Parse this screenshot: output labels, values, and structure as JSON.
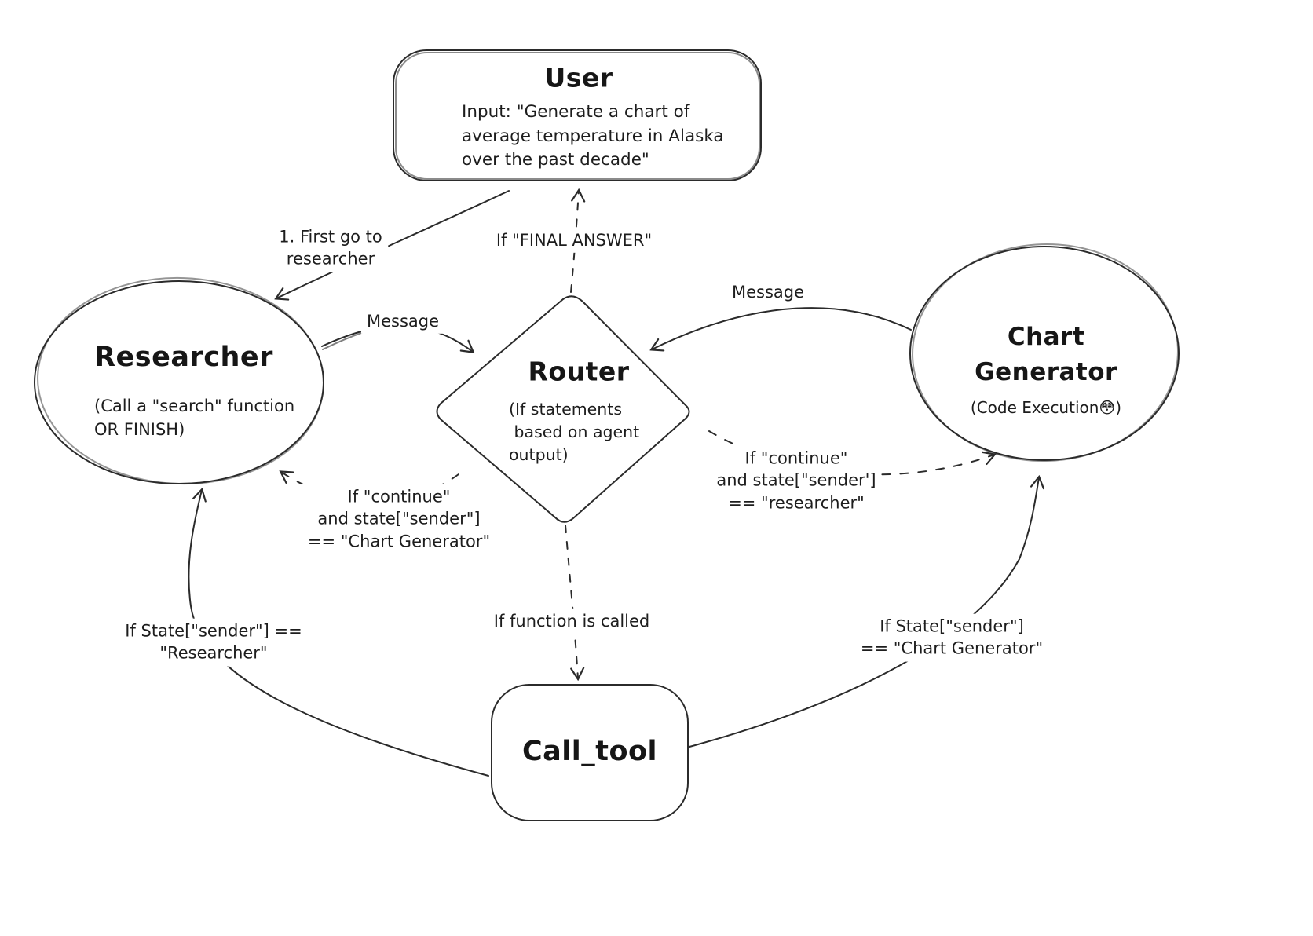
{
  "nodes": {
    "user": {
      "title": "User",
      "body": "Input: \"Generate a chart of\naverage temperature in Alaska\nover the past decade\""
    },
    "researcher": {
      "title": "Researcher",
      "body": "(Call a \"search\" function\nOR FINISH)"
    },
    "router": {
      "title": "Router",
      "body": "(If statements\n based on agent\noutput)"
    },
    "chart_generator": {
      "title": "Chart\nGenerator",
      "body": "(Code Execution😳)"
    },
    "call_tool": {
      "title": "Call_tool"
    }
  },
  "edge_labels": {
    "first_go": "1. First go to\nresearcher",
    "final_answer": "If \"FINAL ANSWER\"",
    "message_left": "Message",
    "message_right": "Message",
    "continue_researcher": "If \"continue\"\nand state[\"sender']\n== \"researcher\"",
    "continue_chart_generator": "If \"continue\"\nand state[\"sender\"]\n== \"Chart Generator\"",
    "function_called": "If function is called",
    "state_researcher": "If State[\"sender\"] ==\n\"Researcher\"",
    "state_chart_generator": "If State[\"sender\"]\n== \"Chart Generator\""
  },
  "colors": {
    "ink": "#2b2b2b",
    "background": "#ffffff"
  }
}
